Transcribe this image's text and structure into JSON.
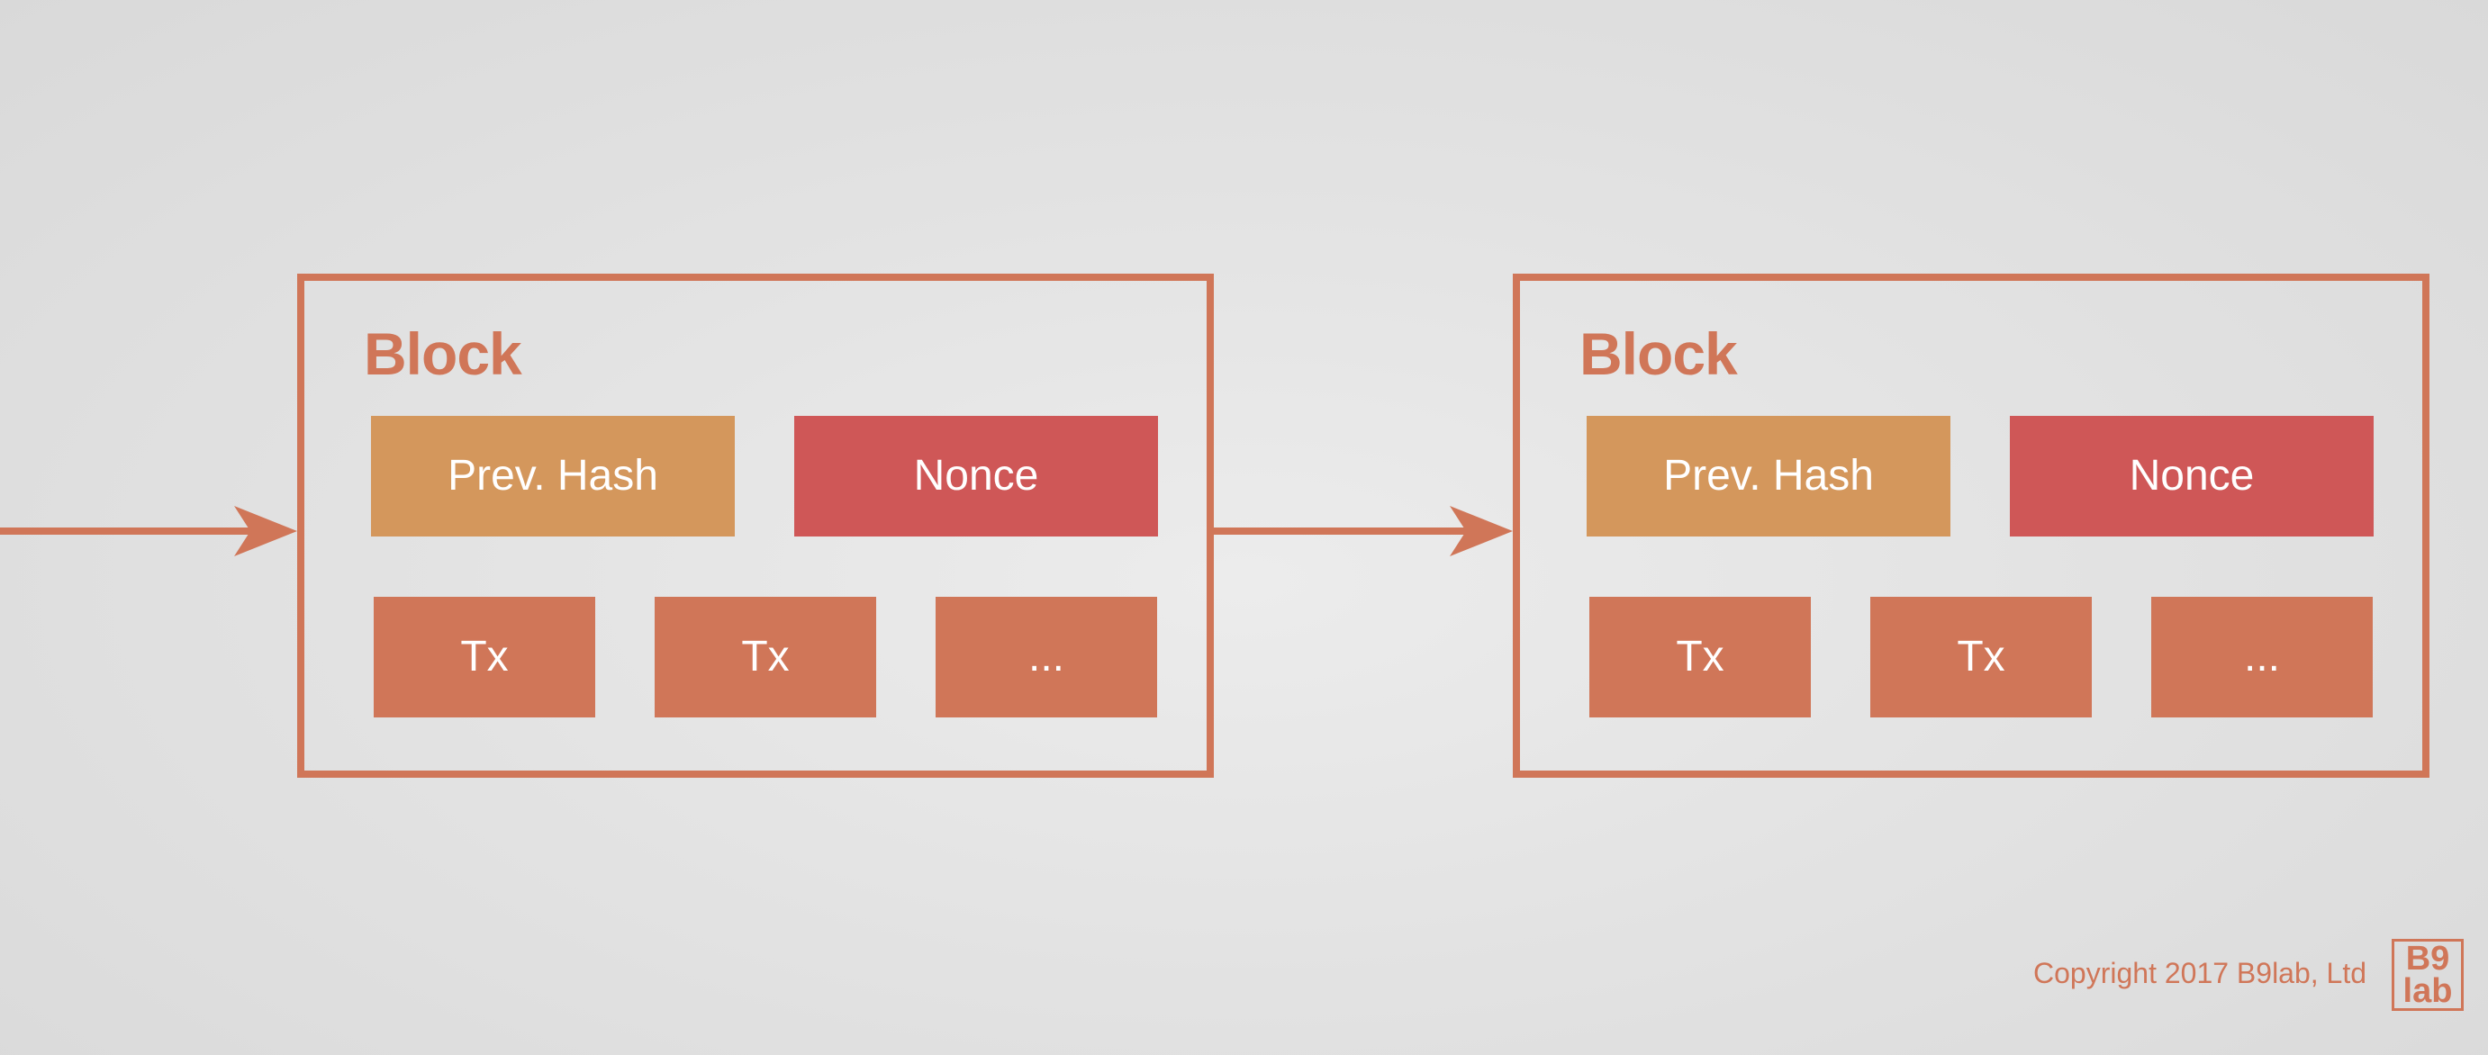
{
  "blocks": [
    {
      "title": "Block",
      "prev_hash": "Prev. Hash",
      "nonce": "Nonce",
      "transactions": [
        "Tx",
        "Tx",
        "..."
      ]
    },
    {
      "title": "Block",
      "prev_hash": "Prev. Hash",
      "nonce": "Nonce",
      "transactions": [
        "Tx",
        "Tx",
        "..."
      ]
    }
  ],
  "footer": {
    "copyright": "Copyright 2017 B9lab, Ltd",
    "logo_line1": "B9",
    "logo_line2": "lab"
  },
  "colors": {
    "accent": "#d07658",
    "prev_hash": "#d4975c",
    "nonce": "#cf5757",
    "tx": "#d07658",
    "background": "#e3e3e3"
  }
}
